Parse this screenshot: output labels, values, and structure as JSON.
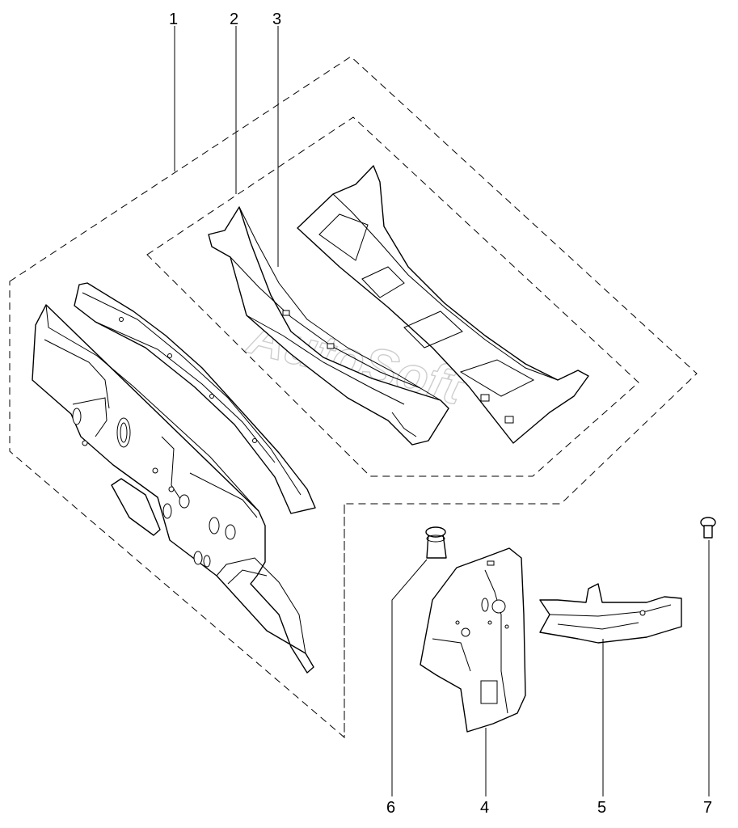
{
  "callouts": [
    {
      "id": "1",
      "label": "1"
    },
    {
      "id": "2",
      "label": "2"
    },
    {
      "id": "3",
      "label": "3"
    },
    {
      "id": "4",
      "label": "4"
    },
    {
      "id": "5",
      "label": "5"
    },
    {
      "id": "6",
      "label": "6"
    },
    {
      "id": "7",
      "label": "7"
    }
  ],
  "watermark": "AutoSoft"
}
